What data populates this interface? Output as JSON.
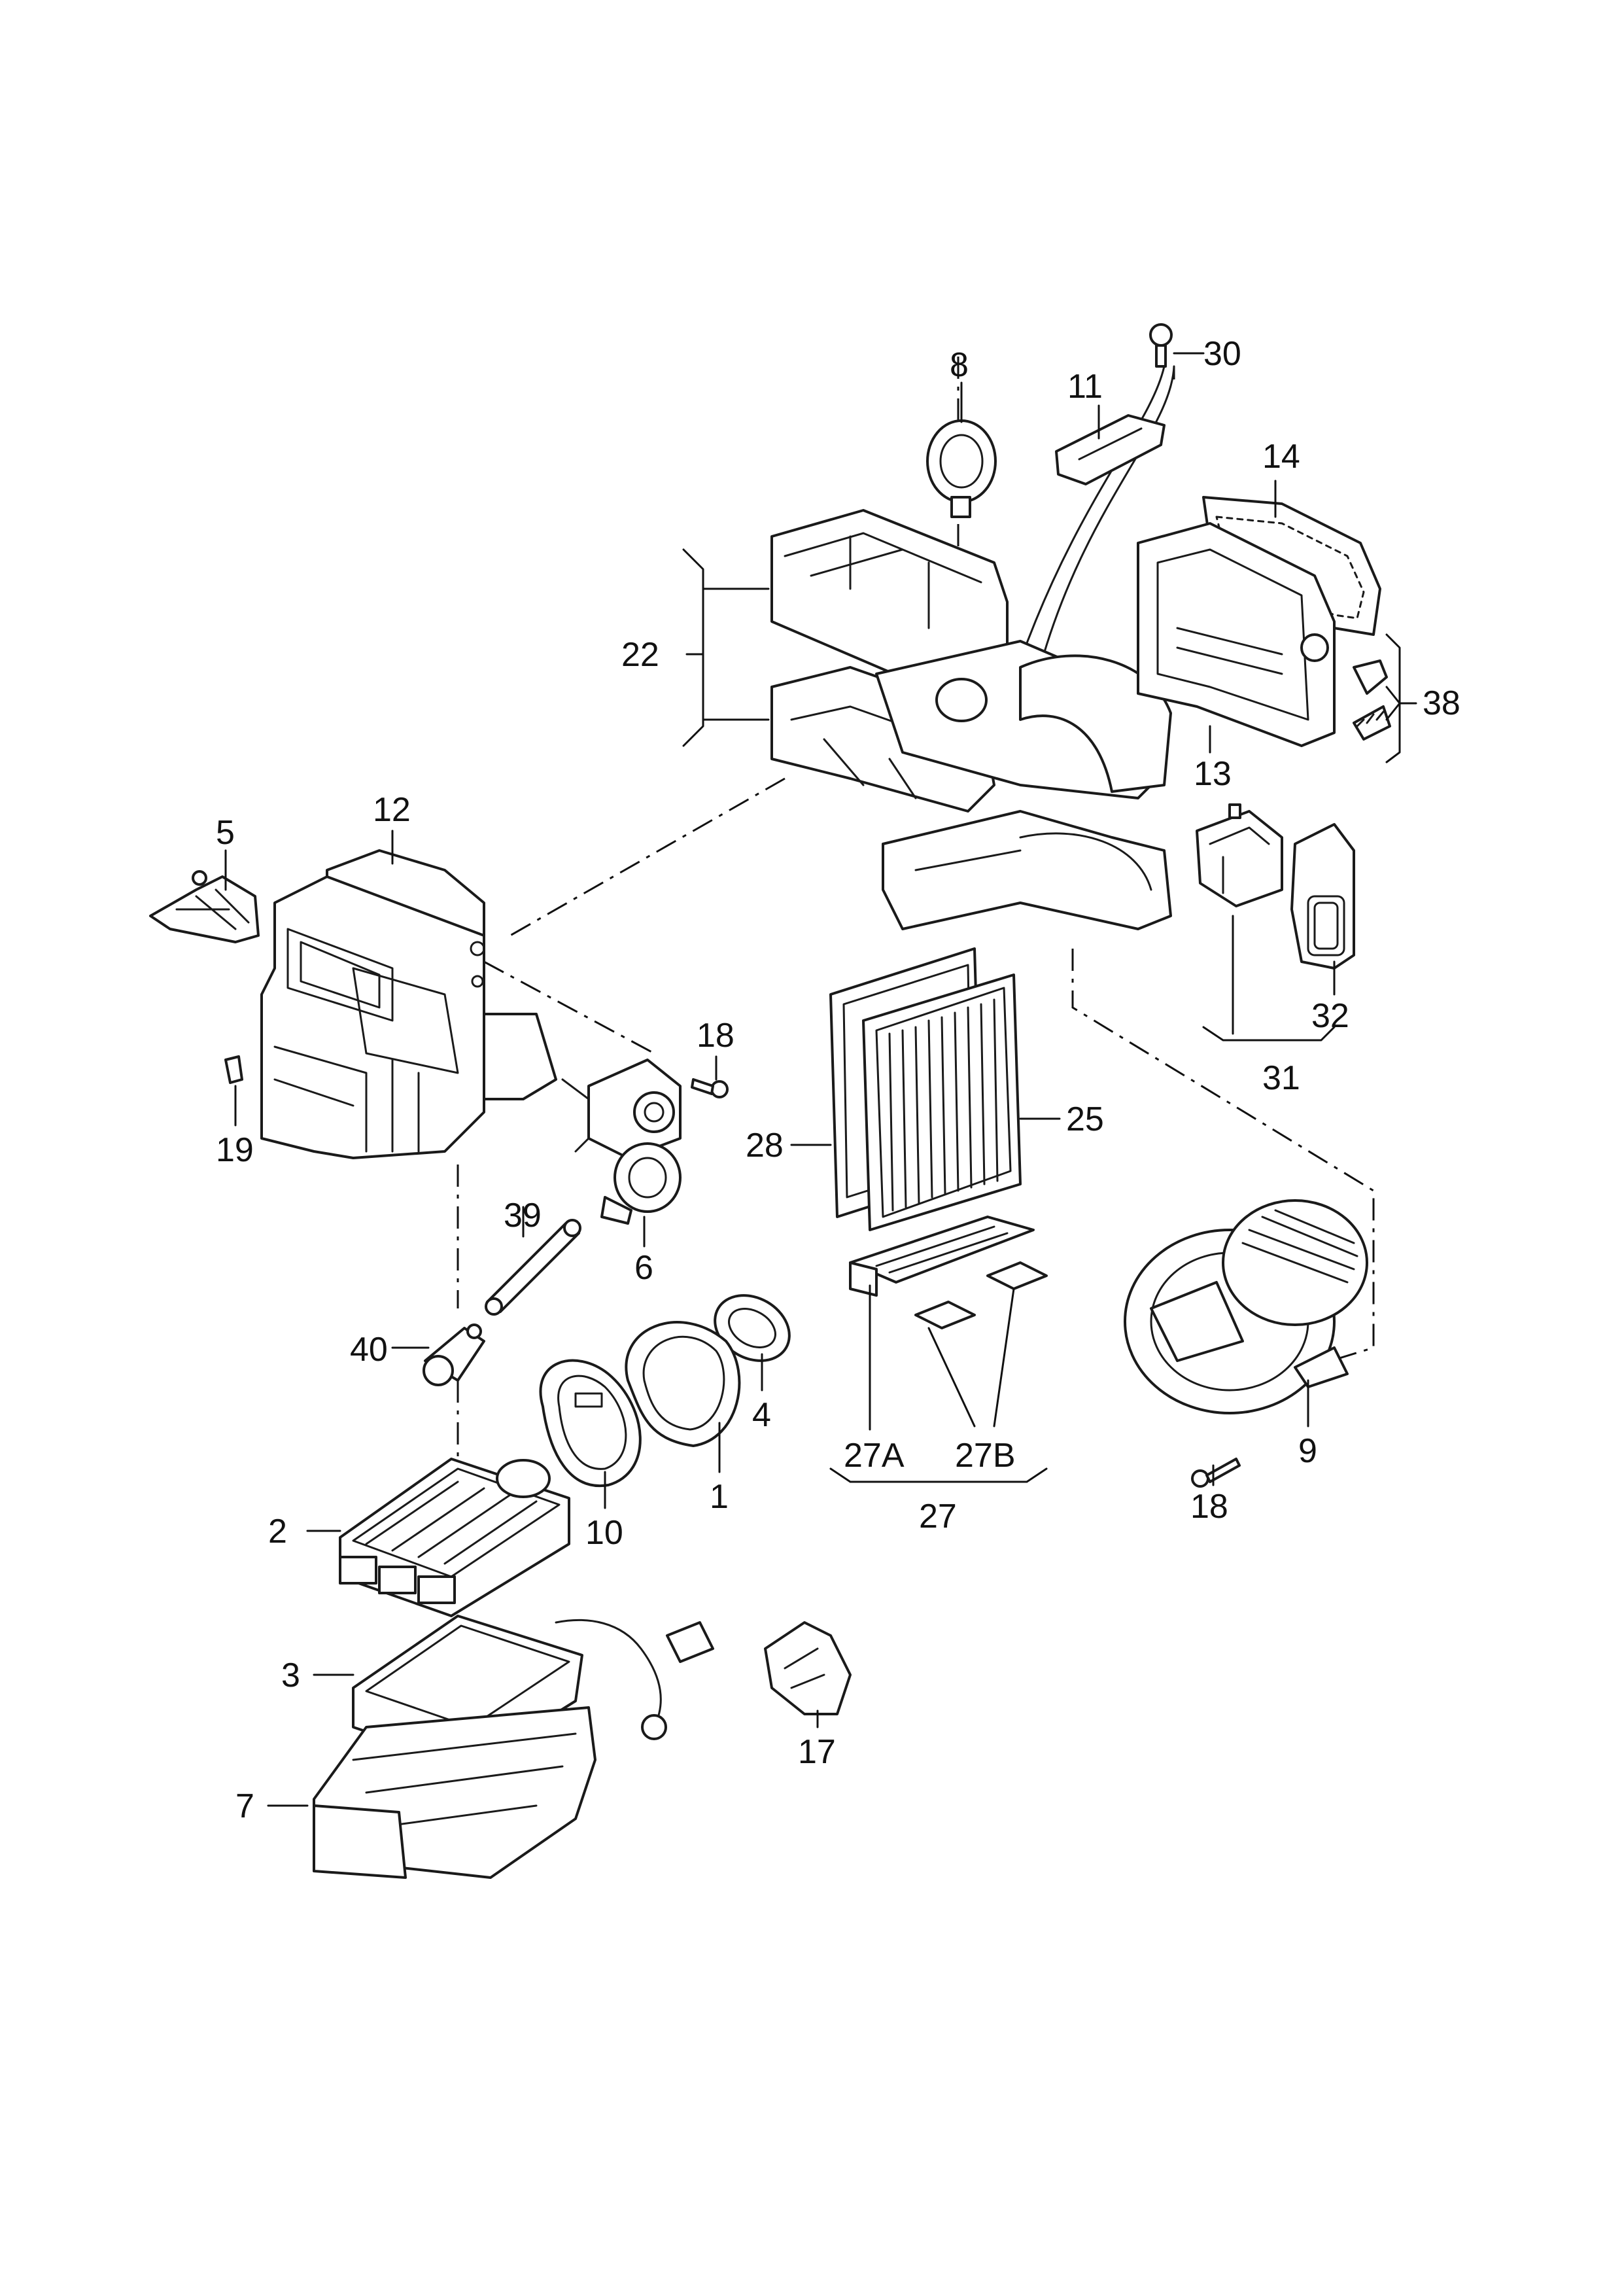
{
  "diagram": {
    "labels": {
      "p1": "1",
      "p2": "2",
      "p3": "3",
      "p4": "4",
      "p5": "5",
      "p6": "6",
      "p7": "7",
      "p8": "8",
      "p9": "9",
      "p10": "10",
      "p11": "11",
      "p12": "12",
      "p13": "13",
      "p14": "14",
      "p17": "17",
      "p18a": "18",
      "p18b": "18",
      "p19": "19",
      "p22": "22",
      "p25": "25",
      "p27": "27",
      "p27a": "27A",
      "p27b": "27B",
      "p28": "28",
      "p30": "30",
      "p31": "31",
      "p32": "32",
      "p38": "38",
      "p39": "39",
      "p40": "40"
    }
  }
}
